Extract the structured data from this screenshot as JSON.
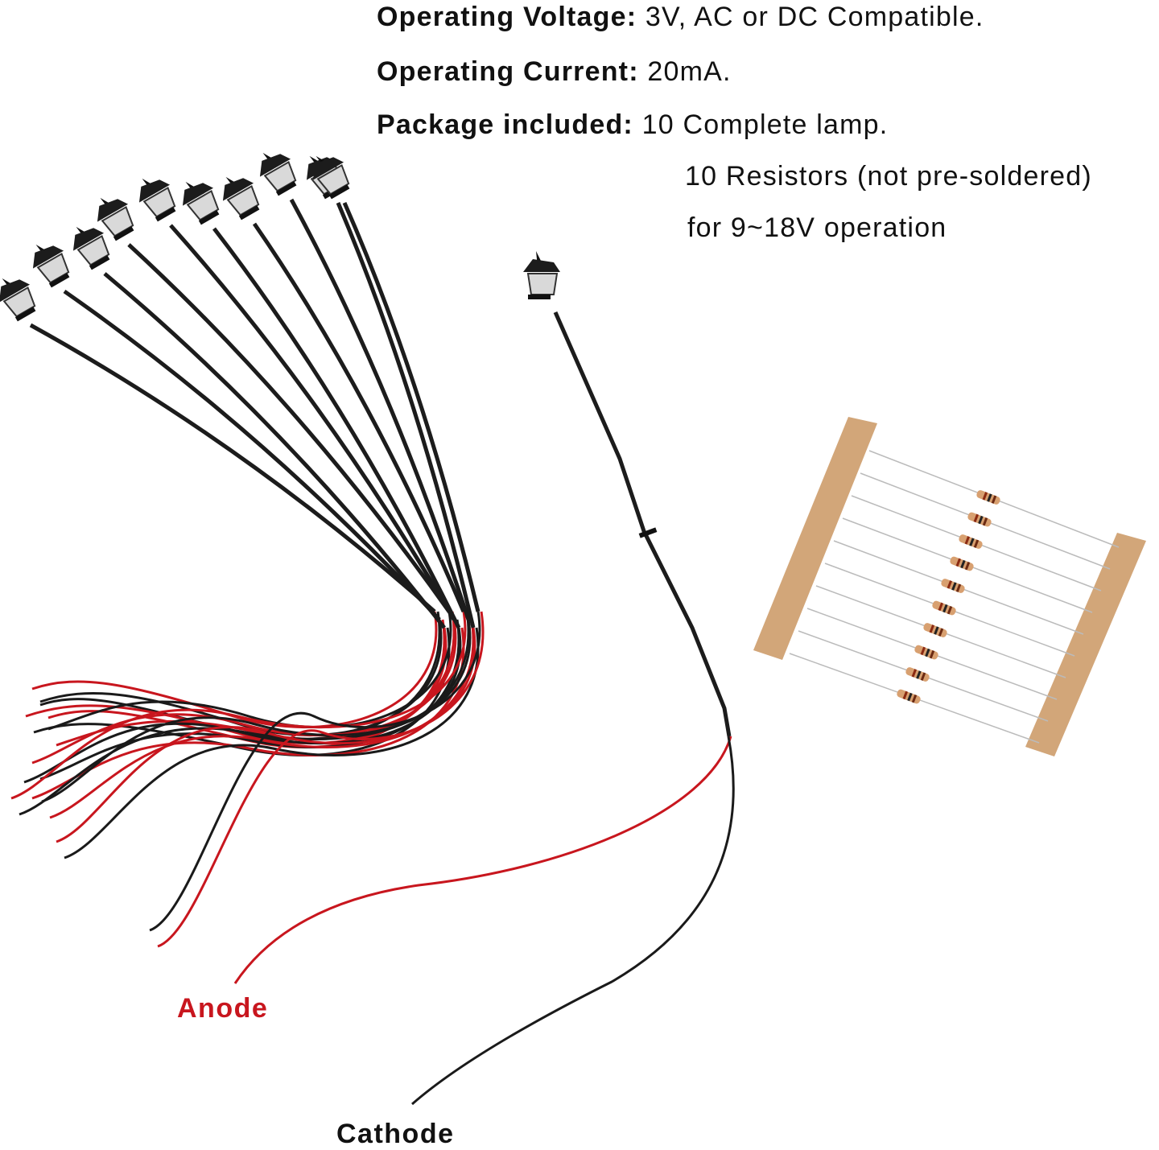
{
  "specs": {
    "voltage": {
      "label": "Operating Voltage:",
      "value": "3V, AC or DC Compatible."
    },
    "current": {
      "label": "Operating Current:",
      "value": "20mA."
    },
    "package": {
      "label": "Package included:",
      "lines": [
        "10 Complete lamp.",
        "10 Resistors (not pre-soldered)",
        "for 9~18V operation"
      ]
    }
  },
  "labels": {
    "anode": "Anode",
    "cathode": "Cathode"
  },
  "product": {
    "lamp_count_group": 10,
    "lamp_count_single": 1,
    "resistor_count": 10
  },
  "colors": {
    "anode_text": "#c8161e",
    "cathode_text": "#111111",
    "wire_red": "#c8161e",
    "wire_black": "#1a1a1a",
    "tape": "#d2a679",
    "lamp_body": "#1c1c1c",
    "lamp_glass": "#d9d9d9"
  }
}
